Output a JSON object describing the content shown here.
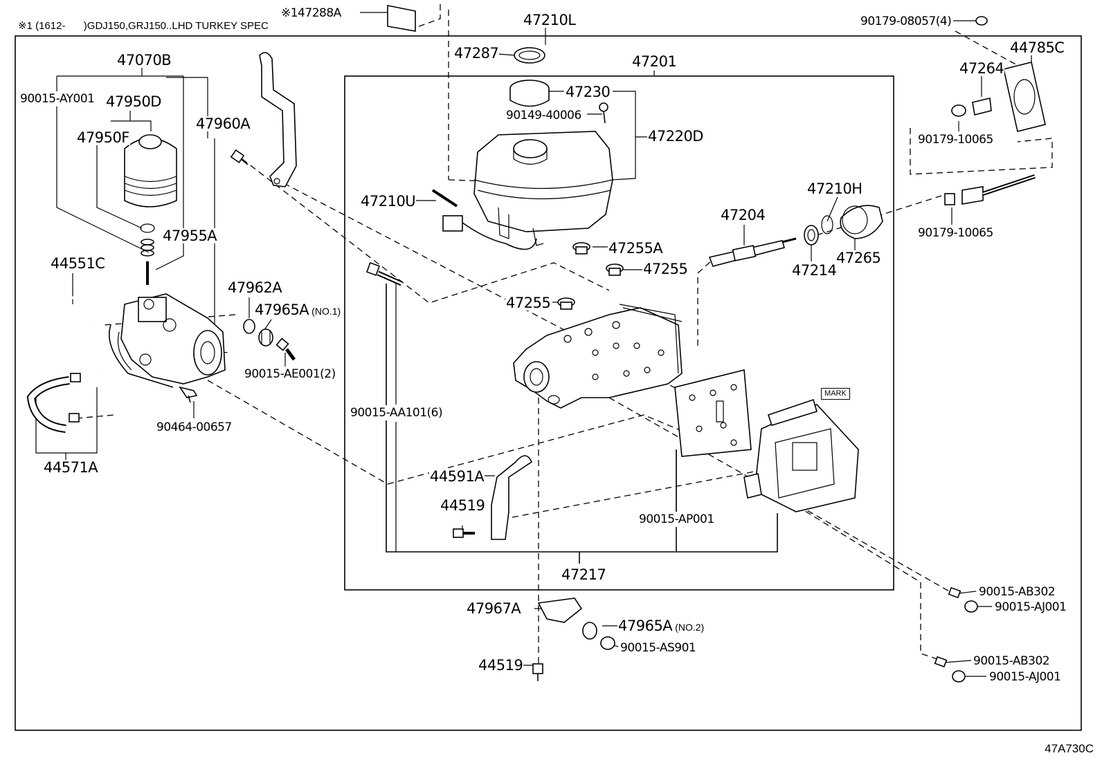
{
  "header_note": {
    "mark": "※1",
    "date": "(1612-",
    "spec": ")GDJ150,GRJ150..LHD TURKEY SPEC"
  },
  "diagram_code": "47A730C",
  "mark_label": "MARK",
  "parts": {
    "p47288A": "※147288A",
    "p47210L": "47210L",
    "p47287": "47287",
    "p47201": "47201",
    "p47230": "47230",
    "p9014940006": "90149-40006",
    "p47220D": "47220D",
    "p47210U": "47210U",
    "p4725 5A": "47255A",
    "p47255_1": "47255",
    "p47255_2": "47255",
    "p47204": "47204",
    "p47210H": "47210H",
    "p47214": "47214",
    "p47265": "47265",
    "p9001508057": "90179-08057(4)",
    "p44785C": "44785C",
    "p47264": "47264",
    "p9017910065a": "90179-10065",
    "p9017910065b": "90179-10065",
    "p47070B": "47070B",
    "p90015AY001": "90015-AY001",
    "p47950D": "47950D",
    "p47950F": "47950F",
    "p47960A": "47960A",
    "p47955A": "47955A",
    "p44551C": "44551C",
    "p47962A": "47962A",
    "p47965A1": "47965A",
    "p47965A1_q": "(NO.1)",
    "p90015AE001": "90015-AE001(2)",
    "p9046400657": "90464-00657",
    "p44571A": "44571A",
    "p90015AA101": "90015-AA101(6)",
    "p44591A": "44591A",
    "p44519a": "44519",
    "p90015AP001": "90015-AP001",
    "p47217": "47217",
    "p47967A": "47967A",
    "p47965A2": "47965A",
    "p47965A2_q": "(NO.2)",
    "p90015AS901": "90015-AS901",
    "p44519b": "44519",
    "p90015AB302a": "90015-AB302",
    "p90015AJ001a": "90015-AJ001",
    "p90015AB302b": "90015-AB302",
    "p90015AJ001b": "90015-AJ001"
  }
}
